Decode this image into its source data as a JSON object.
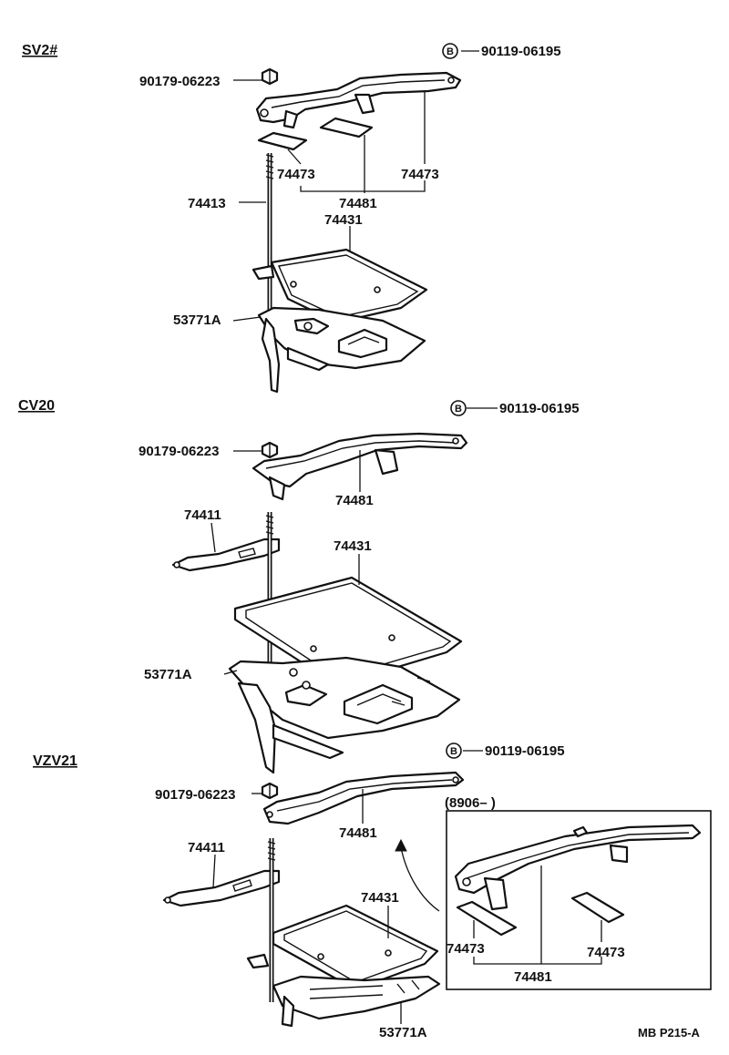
{
  "sections": [
    {
      "id": "sv2",
      "label": "SV2#"
    },
    {
      "id": "cv20",
      "label": "CV20"
    },
    {
      "id": "vzv21",
      "label": "VZV21"
    }
  ],
  "parts": {
    "sv2": {
      "bolt": "90119-06195",
      "nut": "90179-06223",
      "pad_a": "74473",
      "pad_b": "74473",
      "clamp": "74481",
      "rod": "74413",
      "tray": "74431",
      "bracket": "53771A",
      "bolt_mark": "B"
    },
    "cv20": {
      "bolt": "90119-06195",
      "nut": "90179-06223",
      "clamp": "74481",
      "hook": "74411",
      "tray": "74431",
      "bracket": "53771A",
      "bolt_mark": "B"
    },
    "vzv21": {
      "bolt": "90119-06195",
      "nut": "90179-06223",
      "clamp": "74481",
      "hook": "74411",
      "tray": "74431",
      "bracket": "53771A",
      "bolt_mark": "B"
    },
    "inset": {
      "date_code": "(8906–           )",
      "pad_a": "74473",
      "pad_b": "74473",
      "clamp": "74481"
    }
  },
  "drawing_code": "MB P215-A"
}
